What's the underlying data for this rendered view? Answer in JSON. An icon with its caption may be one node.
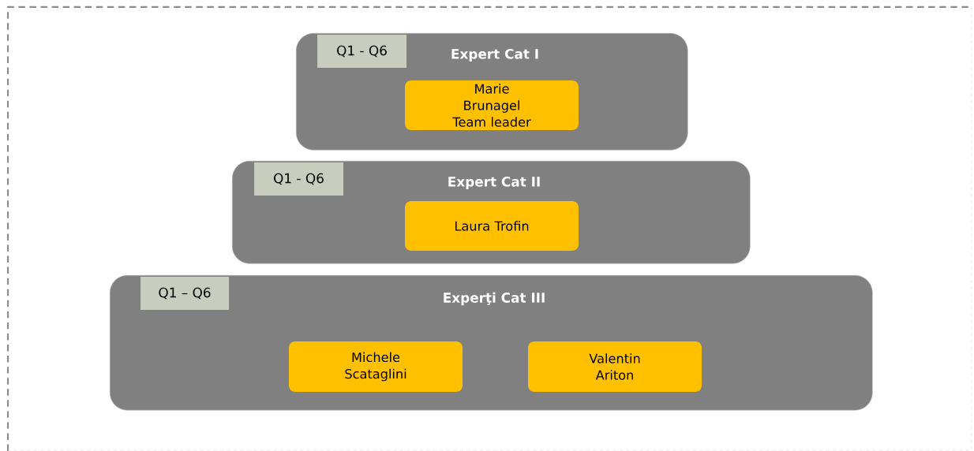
{
  "diagram": {
    "nodes": [
      {
        "text": [
          "Expert Cat I"
        ]
      },
      {
        "text": [
          "Q1 - Q6"
        ],
        "in": 0
      },
      {
        "text": [
          "Marie Brunagel Team leader"
        ],
        "in": 0
      },
      {
        "text": [
          "Expert Cat II"
        ]
      },
      {
        "text": [
          "Q1 - Q6"
        ],
        "in": 3
      },
      {
        "text": [
          "Laura Trofin"
        ],
        "in": 3
      },
      {
        "text": [
          "Experţi Cat III"
        ]
      },
      {
        "text": [
          "Q1 – Q6"
        ],
        "in": 6
      },
      {
        "text": [
          "Michele Scataglini"
        ],
        "in": 6
      },
      {
        "text": [
          "Valentin Ariton"
        ],
        "in": 6
      }
    ],
    "edges": []
  }
}
